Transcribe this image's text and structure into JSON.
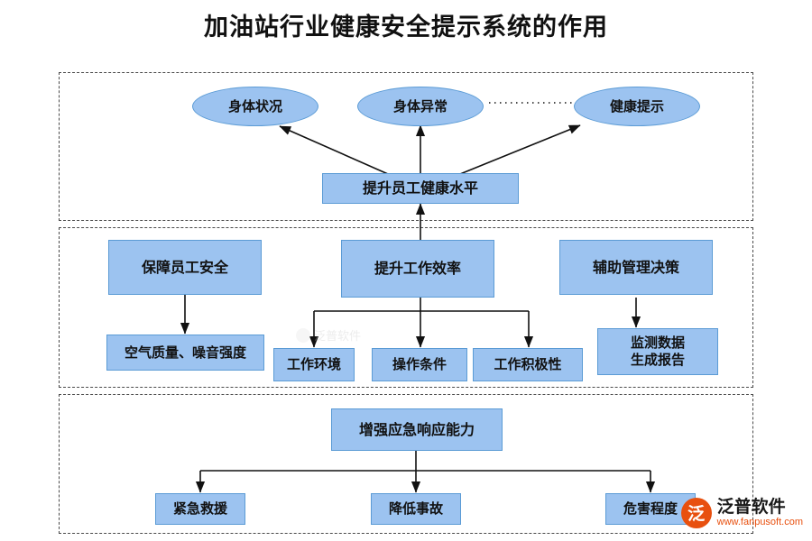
{
  "title": "加油站行业健康安全提示系统的作用",
  "diagram": {
    "type": "flowchart",
    "groups": [
      {
        "name": "health-group"
      },
      {
        "name": "benefit-group"
      },
      {
        "name": "emergency-group"
      }
    ],
    "nodes": [
      {
        "id": "body-status",
        "label": "身体状况",
        "shape": "ellipse"
      },
      {
        "id": "body-abnormal",
        "label": "身体异常",
        "shape": "ellipse"
      },
      {
        "id": "health-tip",
        "label": "健康提示",
        "shape": "ellipse"
      },
      {
        "id": "improve-health",
        "label": "提升员工健康水平",
        "shape": "rect"
      },
      {
        "id": "ensure-safety",
        "label": "保障员工安全",
        "shape": "rect"
      },
      {
        "id": "improve-efficiency",
        "label": "提升工作效率",
        "shape": "rect"
      },
      {
        "id": "assist-decision",
        "label": "辅助管理决策",
        "shape": "rect"
      },
      {
        "id": "air-noise",
        "label": "空气质量、噪音强度",
        "shape": "rect"
      },
      {
        "id": "work-environment",
        "label": "工作环境",
        "shape": "rect"
      },
      {
        "id": "operating-condition",
        "label": "操作条件",
        "shape": "rect"
      },
      {
        "id": "work-enthusiasm",
        "label": "工作积极性",
        "shape": "rect"
      },
      {
        "id": "monitor-report",
        "label": "监测数据\n生成报告",
        "shape": "rect"
      },
      {
        "id": "emergency-ability",
        "label": "增强应急响应能力",
        "shape": "rect"
      },
      {
        "id": "emergency-rescue",
        "label": "紧急救援",
        "shape": "rect"
      },
      {
        "id": "reduce-accident",
        "label": "降低事故",
        "shape": "rect"
      },
      {
        "id": "hazard-level",
        "label": "危害程度",
        "shape": "rect"
      }
    ],
    "colors": {
      "node_fill": "#9CC3F0",
      "node_border": "#5B9BD5",
      "edge": "#111111",
      "frame": "#4A4A4A",
      "title": "#111111"
    }
  },
  "watermarks": {
    "center_text": "泛普软件",
    "corner_name": "泛普软件",
    "corner_url": "www.fanpusoft.com",
    "corner_badge": "泛"
  }
}
